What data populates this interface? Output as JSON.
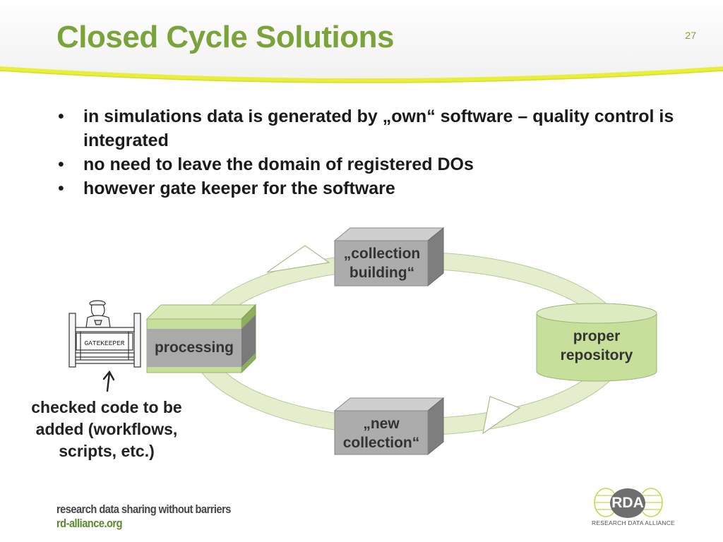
{
  "slide": {
    "title": "Closed Cycle Solutions",
    "page_number": "27",
    "bullets": [
      "in simulations data is generated by „own“ software – quality control is integrated",
      "no need to leave the domain of registered DOs",
      "however gate keeper for the software"
    ]
  },
  "diagram": {
    "nodes": {
      "collection_building": "„collection building“",
      "processing": "processing",
      "proper_repository": "proper repository",
      "new_collection": "„new collection“"
    },
    "gatekeeper_sign": "GATEKEEPER",
    "caption": "checked code to be added (workflows, scripts, etc.)"
  },
  "footer": {
    "tagline": "research data sharing without barriers",
    "url": "rd-alliance.org",
    "logo_badge": "RDA",
    "logo_text": "RESEARCH DATA ALLIANCE"
  },
  "colors": {
    "title_green": "#7aa43a",
    "cycle_fill": "#e4edcc",
    "box_gray": "#aaaaaa",
    "box_green": "#c6df9a"
  }
}
